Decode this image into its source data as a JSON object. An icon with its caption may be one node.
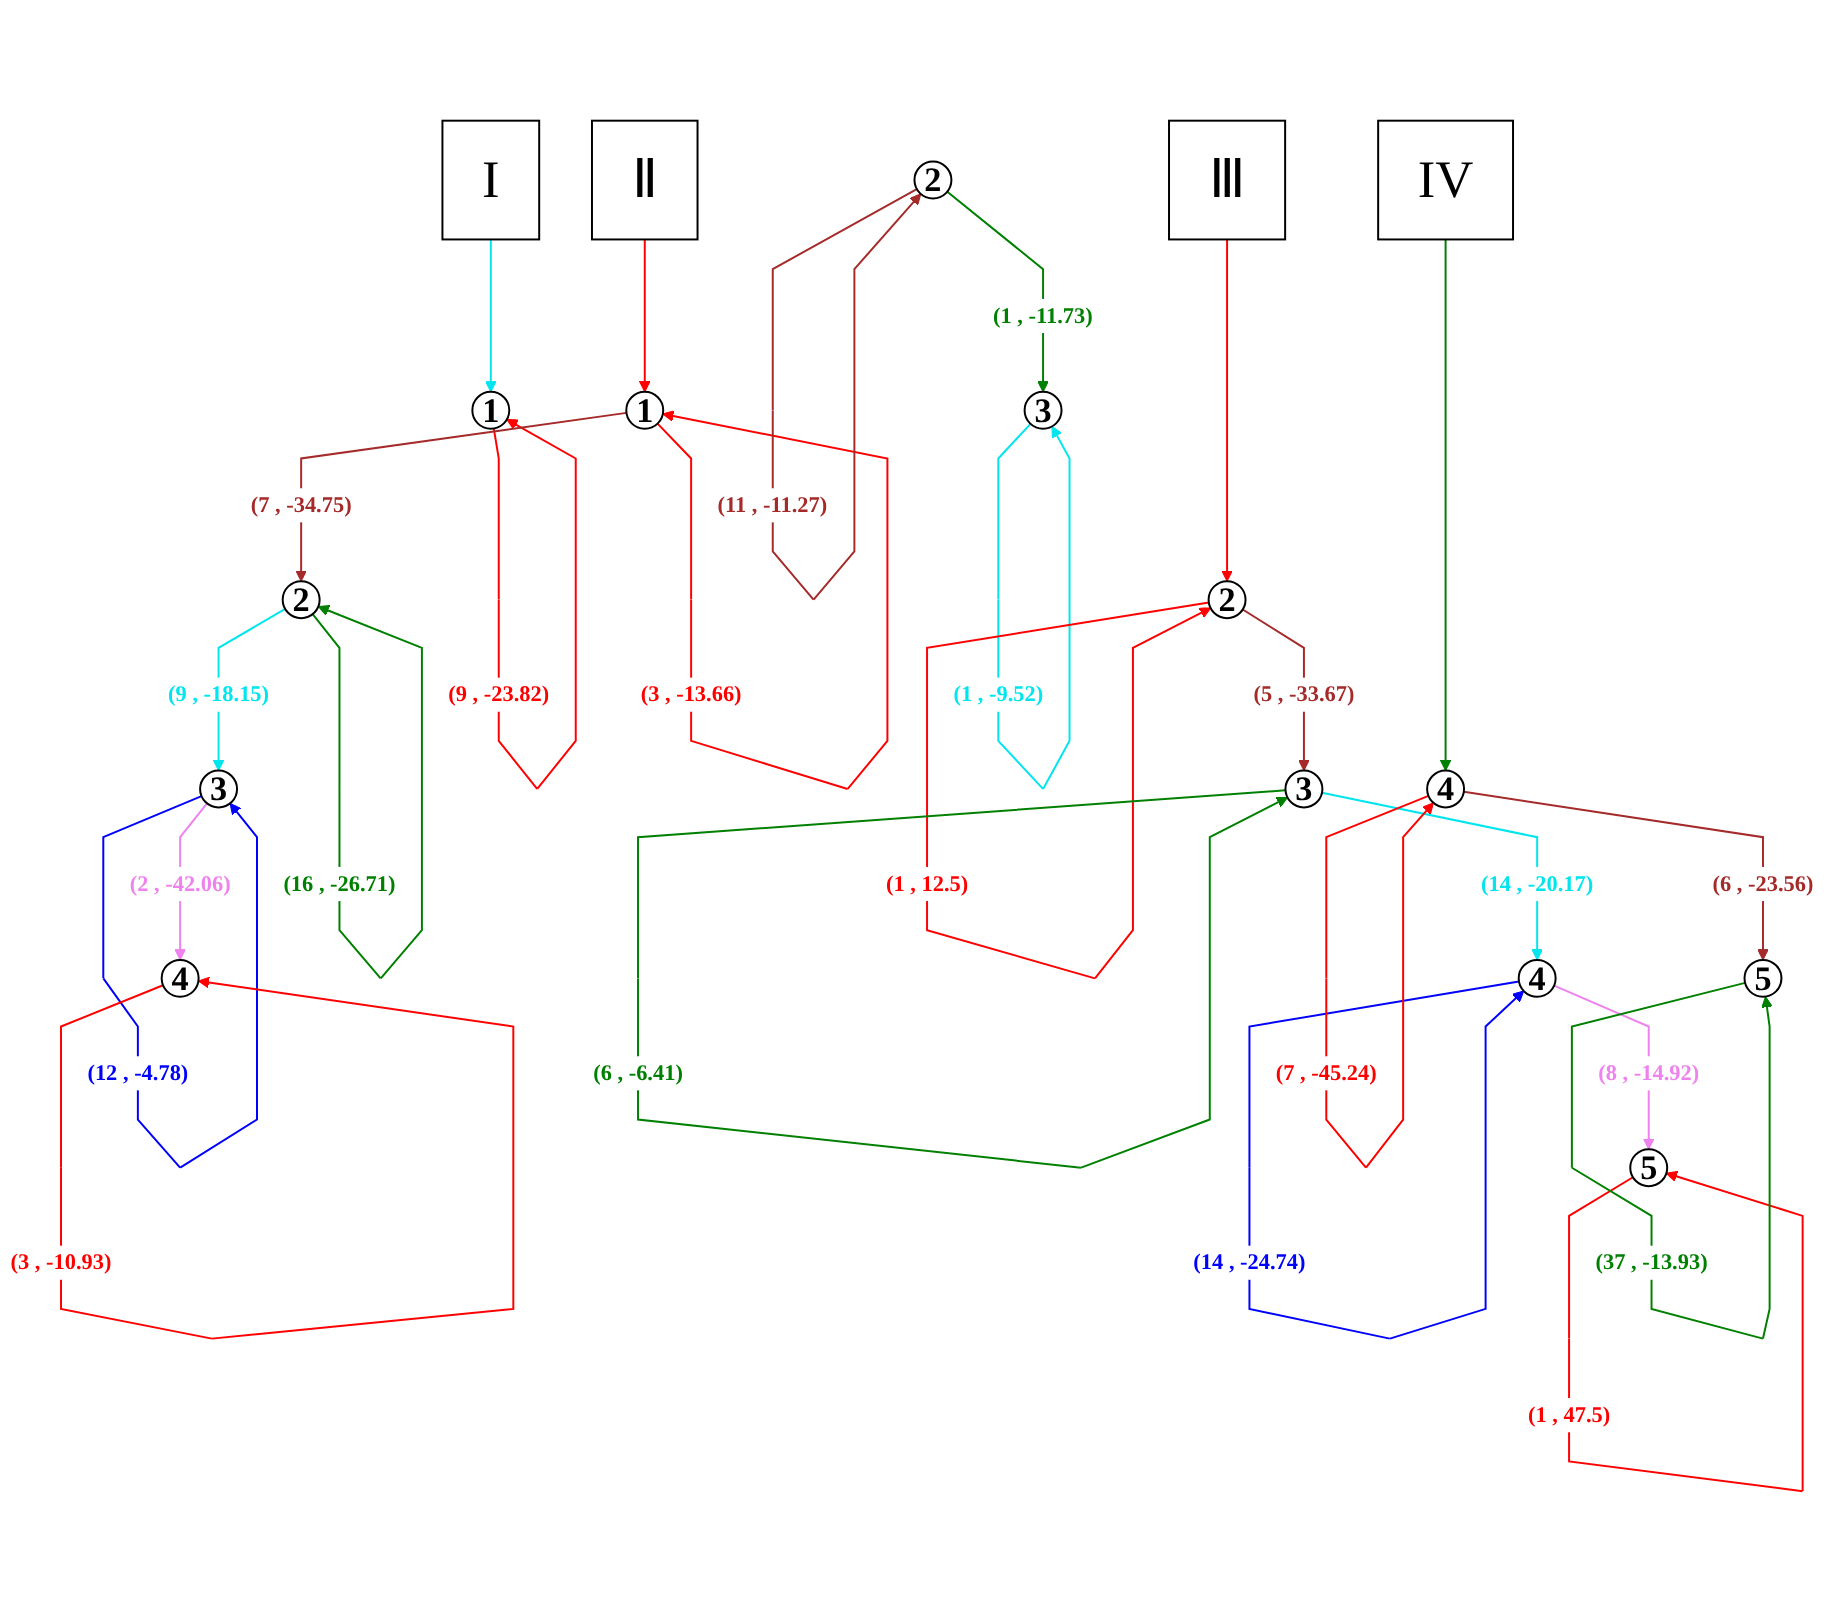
{
  "diagram": {
    "nodes": [
      {
        "text": [
          "I"
        ]
      },
      {
        "text": [
          "Ⅱ"
        ]
      },
      {
        "text": [
          "Ⅲ"
        ]
      },
      {
        "text": [
          "IV"
        ]
      },
      {
        "text": [
          "1"
        ]
      },
      {
        "text": [
          "1"
        ]
      },
      {
        "text": [
          "2"
        ]
      },
      {
        "text": [
          "2"
        ]
      },
      {
        "text": [
          "2"
        ]
      },
      {
        "text": [
          "3"
        ]
      },
      {
        "text": [
          "3"
        ]
      },
      {
        "text": [
          "3"
        ]
      },
      {
        "text": [
          "4"
        ]
      },
      {
        "text": [
          "4"
        ]
      },
      {
        "text": [
          "4"
        ]
      },
      {
        "text": [
          "5"
        ]
      },
      {
        "text": [
          "5"
        ]
      }
    ],
    "edges": [
      {
        "from": 0,
        "to": 4,
        "arrow": "to",
        "color": "#00e5ee"
      },
      {
        "from": 4,
        "to": 4,
        "arrow": "to",
        "label": "(9 , -23.82)",
        "color": "#ff0000"
      },
      {
        "from": 1,
        "to": 5,
        "arrow": "to",
        "color": "#ff0000"
      },
      {
        "from": 5,
        "to": 5,
        "arrow": "to",
        "label": "(3 , -13.66)",
        "color": "#ff0000"
      },
      {
        "from": 5,
        "to": 7,
        "arrow": "to",
        "label": "(7 , -34.75)",
        "color": "#a52a2a"
      },
      {
        "from": 6,
        "to": 6,
        "arrow": "to",
        "label": "(11 , -11.27)",
        "color": "#a52a2a"
      },
      {
        "from": 6,
        "to": 9,
        "arrow": "to",
        "label": "(1 , -11.73)",
        "color": "#008000"
      },
      {
        "from": 7,
        "to": 7,
        "arrow": "to",
        "label": "(16 , -26.71)",
        "color": "#008000"
      },
      {
        "from": 7,
        "to": 10,
        "arrow": "to",
        "label": "(9 , -18.15)",
        "color": "#00e5ee"
      },
      {
        "from": 9,
        "to": 9,
        "arrow": "to",
        "label": "(1 , -9.52)",
        "color": "#00e5ee"
      },
      {
        "from": 10,
        "to": 10,
        "arrow": "to",
        "label": "(12 , -4.78)",
        "color": "#0000ff"
      },
      {
        "from": 10,
        "to": 12,
        "arrow": "to",
        "label": "(2 , -42.06)",
        "color": "#ee82ee"
      },
      {
        "from": 12,
        "to": 12,
        "arrow": "to",
        "label": "(3 , -10.93)",
        "color": "#ff0000"
      },
      {
        "from": 2,
        "to": 8,
        "arrow": "to",
        "color": "#ff0000"
      },
      {
        "from": 8,
        "to": 8,
        "arrow": "to",
        "label": "(1 , 12.5)",
        "color": "#ff0000"
      },
      {
        "from": 8,
        "to": 11,
        "arrow": "to",
        "label": "(5 , -33.67)",
        "color": "#a52a2a"
      },
      {
        "from": 11,
        "to": 11,
        "arrow": "to",
        "label": "(6 , -6.41)",
        "color": "#008000"
      },
      {
        "from": 11,
        "to": 13,
        "arrow": "to",
        "label": "(14 , -20.17)",
        "color": "#00e5ee"
      },
      {
        "from": 13,
        "to": 13,
        "arrow": "to",
        "label": "(14 , -24.74)",
        "color": "#0000ff"
      },
      {
        "from": 13,
        "to": 15,
        "arrow": "to",
        "label": "(8 , -14.92)",
        "color": "#ee82ee"
      },
      {
        "from": 15,
        "to": 15,
        "arrow": "to",
        "label": "(1 , 47.5)",
        "color": "#ff0000"
      },
      {
        "from": 3,
        "to": 14,
        "arrow": "to",
        "color": "#008000"
      },
      {
        "from": 14,
        "to": 14,
        "arrow": "to",
        "label": "(7 , -45.24)",
        "color": "#ff0000"
      },
      {
        "from": 14,
        "to": 16,
        "arrow": "to",
        "label": "(6 , -23.56)",
        "color": "#a52a2a"
      },
      {
        "from": 16,
        "to": 16,
        "arrow": "to",
        "label": "(37 , -13.93)",
        "color": "#008000"
      }
    ]
  }
}
